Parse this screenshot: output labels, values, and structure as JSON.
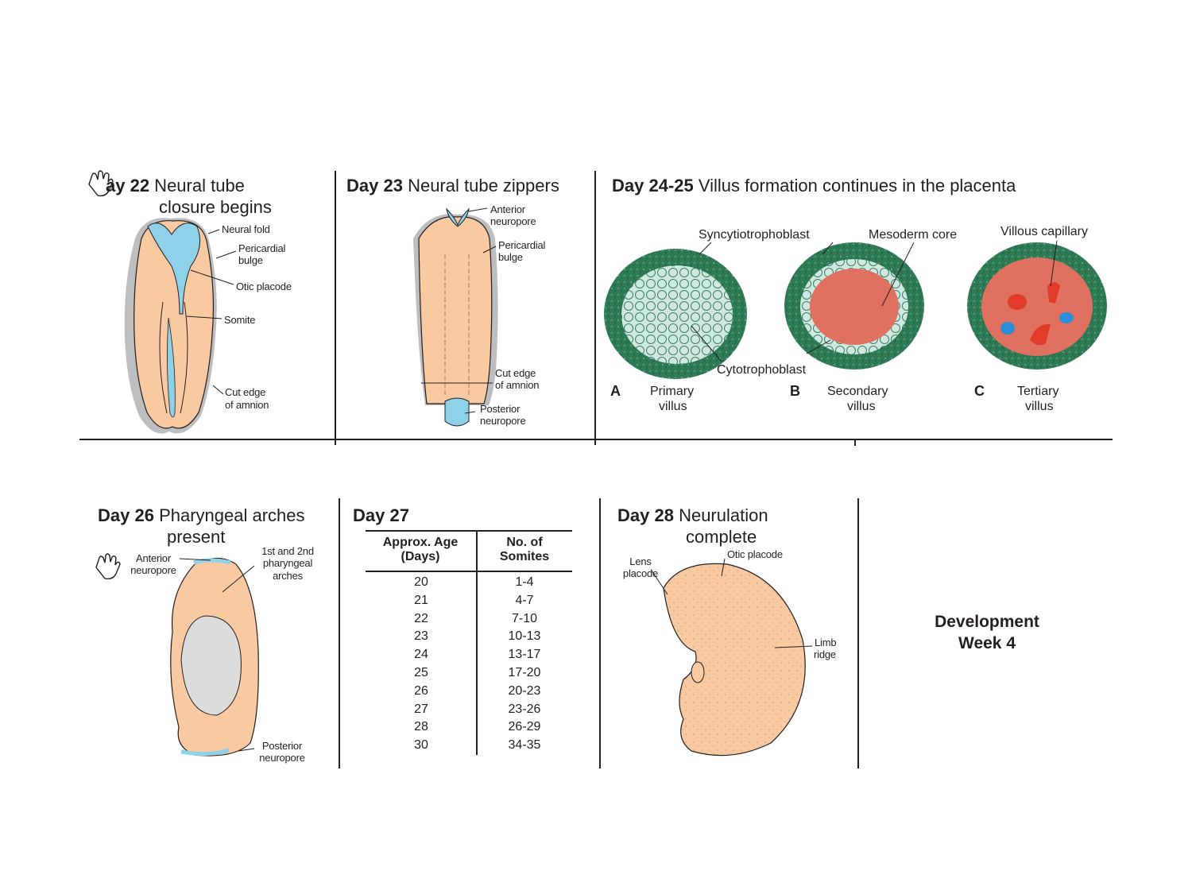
{
  "panels": {
    "day22": {
      "day": "ay 22",
      "title_line1": " Neural tube",
      "title_line2": "closure begins",
      "labels": [
        "Neural fold",
        "Pericardial",
        "bulge",
        "Otic placode",
        "Somite",
        "Cut edge",
        "of amnion"
      ]
    },
    "day23": {
      "day": "Day 23",
      "title": " Neural tube zippers",
      "labels": [
        "Anterior",
        "neuropore",
        "Pericardial",
        "bulge",
        "Cut edge",
        "of amnion",
        "Posterior",
        "neuropore"
      ]
    },
    "day2425": {
      "day": "Day 24-25",
      "title": " Villus formation continues in the placenta",
      "labels": {
        "syncytio": "Syncytiotrophoblast",
        "mesoderm": "Mesoderm core",
        "capillary": "Villous capillary",
        "cyto": "Cytotrophoblast"
      },
      "villi": [
        {
          "letter": "A",
          "line1": "Primary",
          "line2": "villus"
        },
        {
          "letter": "B",
          "line1": "Secondary",
          "line2": "villus"
        },
        {
          "letter": "C",
          "line1": "Tertiary",
          "line2": "villus"
        }
      ]
    },
    "day26": {
      "day": "Day 26",
      "title_line1": " Pharyngeal arches",
      "title_line2": "present",
      "labels": [
        "Anterior",
        "neuropore",
        "1st and 2nd",
        "pharyngeal",
        "arches",
        "Posterior",
        "neuropore"
      ]
    },
    "day27": {
      "day": "Day 27",
      "table": {
        "headers": [
          [
            "Approx. Age",
            "(Days)"
          ],
          [
            "No. of",
            "Somites"
          ]
        ],
        "rows": [
          [
            "20",
            "1-4"
          ],
          [
            "21",
            "4-7"
          ],
          [
            "22",
            "7-10"
          ],
          [
            "23",
            "10-13"
          ],
          [
            "24",
            "13-17"
          ],
          [
            "25",
            "17-20"
          ],
          [
            "26",
            "20-23"
          ],
          [
            "27",
            "23-26"
          ],
          [
            "28",
            "26-29"
          ],
          [
            "30",
            "34-35"
          ]
        ]
      }
    },
    "day28": {
      "day": "Day 28",
      "title_line1": " Neurulation",
      "title_line2": "complete",
      "labels": [
        "Lens",
        "placode",
        "Otic placode",
        "Limb",
        "ridge"
      ]
    }
  },
  "summary": {
    "line1": "Development",
    "line2": "Week 4"
  },
  "colors": {
    "embryo": "#f9caa2",
    "neural": "#8fd1e8",
    "trophoblast_dark": "#2e7a55",
    "villus_pale": "#cfe9e0",
    "mesoderm": "#e07060",
    "vessel_red": "#e23b2a",
    "vessel_blue": "#2a8fd4",
    "line": "#231f20"
  },
  "icons": [
    "hand-cursor-icon",
    "hand-cursor-icon"
  ]
}
